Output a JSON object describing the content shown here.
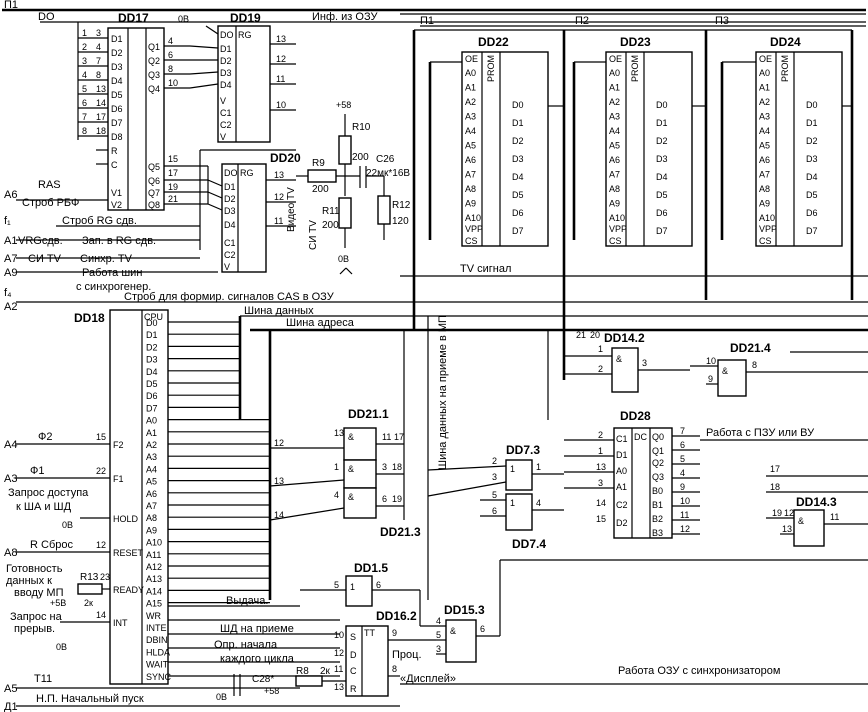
{
  "chips": {
    "dd17": "DD17",
    "dd19": "DD19",
    "dd20": "DD20",
    "dd22": "DD22",
    "dd23": "DD23",
    "dd24": "DD24",
    "dd18": "DD18",
    "dd21_1": "DD21.1",
    "dd21_3": "DD21.3",
    "dd7_3": "DD7.3",
    "dd7_4": "DD7.4",
    "dd14_2": "DD14.2",
    "dd21_4": "DD21.4",
    "dd28": "DD28",
    "dd14_3": "DD14.3",
    "dd1_5": "DD1.5",
    "dd16_2": "DD16.2",
    "dd15_3": "DD15.3",
    "prom": "PROM",
    "cpu": "CPU",
    "tt": "TT",
    "rg": "RG",
    "dc": "DC"
  },
  "resistors": {
    "r9": "R9",
    "r9_val": "200",
    "r10": "R10",
    "r10_val": "200",
    "r11": "R11",
    "r11_val": "200",
    "r12": "R12",
    "r12_val": "120",
    "r13": "R13",
    "r13_val": "2к",
    "r8": "R8",
    "r8_val": "2к",
    "c26": "C26",
    "c26_val": "22мк*16В",
    "c28": "C28*"
  },
  "left_signals": {
    "p1": "П1",
    "d0": "DO",
    "a6": "А6",
    "ras": "RAS",
    "strob_rbf": "Строб РБФ",
    "f1": "f₁",
    "a1": "А1",
    "vrg": "VRGсдв.",
    "zap_rg": "Зап. в RG сдв.",
    "a7": "А7",
    "si_tv": "СИ TV",
    "sinhr_tv": "Синхр. TV",
    "a9": "А9",
    "rabota_shin": "Работа шин",
    "s_sinhrogen": "с синхрогенер.",
    "f4": "f₄",
    "a2": "А2",
    "a4": "А4",
    "phi2": "Ф2",
    "a3": "А3",
    "phi1": "Ф1",
    "zapros_dostupa": "Запрос доступа",
    "k_sha": "к ША и ШД",
    "a8": "А8",
    "r_sbros": "R Сброс",
    "gotovnost": "Готовность",
    "dannyh_k": "данных к",
    "vvodu_mp": "вводу МП",
    "plus5": "+5В",
    "zapros_na": "Запрос на",
    "preryv": "прерыв.",
    "zero_v": "0В",
    "a5": "А5",
    "t11": "Т11",
    "d1": "Д1",
    "np": "Н.П. Начальный пуск"
  },
  "inner_labels": {
    "inf_ozu": "Инф. из ОЗУ",
    "strob_rg": "Строб RG сдв.",
    "strob_cas": "Строб для формир. сигналов CAS в ОЗУ",
    "shina_dannyh": "Шина данных",
    "shina_adresa": "Шина адреса",
    "video_tv": "Видео TV",
    "si_tv_v": "СИ TV",
    "tv_signal": "TV сигнал",
    "p1": "П1",
    "p2": "П2",
    "p3": "П3",
    "vertical_bus": "Шина данных на приеме в МП",
    "rabota_pzu": "Работа с  ПЗУ или ВУ",
    "vydacha": "Выдача.",
    "shd_priem": "ШД на приеме",
    "opr_nachala": "Опр. начала",
    "kazhdogo_cikla": "каждого цикла",
    "displey": "«Дисплей»",
    "proc": "Проц.",
    "rabota_ozu": "Работа ОЗУ с синхронизатором",
    "plus58": "+58"
  },
  "cpu_pins_left": [
    "F2",
    "F1",
    "HOLD",
    "RESET",
    "READY",
    "INT"
  ],
  "cpu_pins_right": [
    "D0",
    "D1",
    "D2",
    "D3",
    "D4",
    "D5",
    "D6",
    "D7",
    "A0",
    "A1",
    "A2",
    "A3",
    "A4",
    "A5",
    "A6",
    "A7",
    "A8",
    "A9",
    "A10",
    "A11",
    "A12",
    "A13",
    "A14",
    "A15",
    "WR",
    "INTE",
    "DBIN",
    "HLDA",
    "WAIT",
    "SYNC"
  ],
  "prom_addr": [
    "A0",
    "A1",
    "A2",
    "A3",
    "A4",
    "A5",
    "A6",
    "A7",
    "A8",
    "A9",
    "A10"
  ],
  "prom_data": [
    "D0",
    "D1",
    "D2",
    "D3",
    "D4",
    "D5",
    "D6",
    "D7"
  ]
}
